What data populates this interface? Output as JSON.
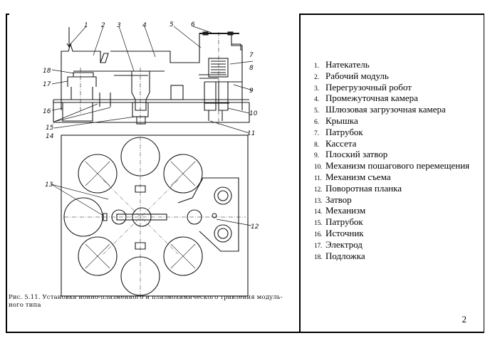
{
  "figure": {
    "caption": "Рис. 5.11. Установка ионно-плазменного и плазмохимического травления модуль-ного типа",
    "callouts": [
      "1",
      "2",
      "3",
      "4",
      "5",
      "6",
      "7",
      "8",
      "9",
      "10",
      "11",
      "12",
      "13",
      "14",
      "15",
      "16",
      "17",
      "18"
    ]
  },
  "legend": {
    "items": [
      {
        "num": "1.",
        "label": "Натекатель"
      },
      {
        "num": "2.",
        "label": "Рабочий модуль"
      },
      {
        "num": "3.",
        "label": "Перегрузочный робот"
      },
      {
        "num": "4.",
        "label": "Промежуточная камера"
      },
      {
        "num": "5.",
        "label": "Шлюзовая загрузочная камера"
      },
      {
        "num": "6.",
        "label": "Крышка"
      },
      {
        "num": "7.",
        "label": "Патрубок"
      },
      {
        "num": "8.",
        "label": "Кассета"
      },
      {
        "num": "9.",
        "label": "Плоский затвор"
      },
      {
        "num": "10.",
        "label": "Механизм пошагового перемещения"
      },
      {
        "num": "11.",
        "label": "Механизм съема"
      },
      {
        "num": "12.",
        "label": "Поворотная планка"
      },
      {
        "num": "13.",
        "label": "Затвор"
      },
      {
        "num": "14.",
        "label": "Механизм"
      },
      {
        "num": "15.",
        "label": "Патрубок"
      },
      {
        "num": "16.",
        "label": "Источник"
      },
      {
        "num": "17.",
        "label": "Электрод"
      },
      {
        "num": "18.",
        "label": "Подложка"
      }
    ]
  },
  "page_number": "2"
}
